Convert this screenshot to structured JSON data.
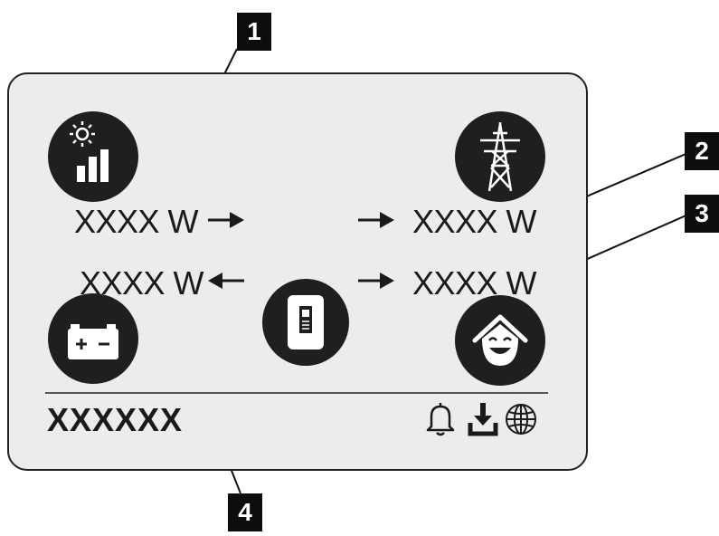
{
  "readings": {
    "pv_power": "XXXX W",
    "battery_power": "XXXX W",
    "grid_power": "XXXX W",
    "home_power": "XXXX W"
  },
  "device": {
    "name": "XXXXXX"
  },
  "callouts": [
    "1",
    "2",
    "3",
    "4"
  ],
  "icons": {
    "pv": "solar-production-icon",
    "grid": "power-grid-pylon-icon",
    "battery": "battery-icon",
    "home": "home-consumption-icon",
    "inverter": "inverter-icon",
    "status": [
      "bell-icon",
      "download-icon",
      "globe-icon"
    ]
  },
  "colors": {
    "panel_background": "#ececec",
    "icon_background": "#1f1f1f",
    "callout_background": "#0d0d0d"
  }
}
